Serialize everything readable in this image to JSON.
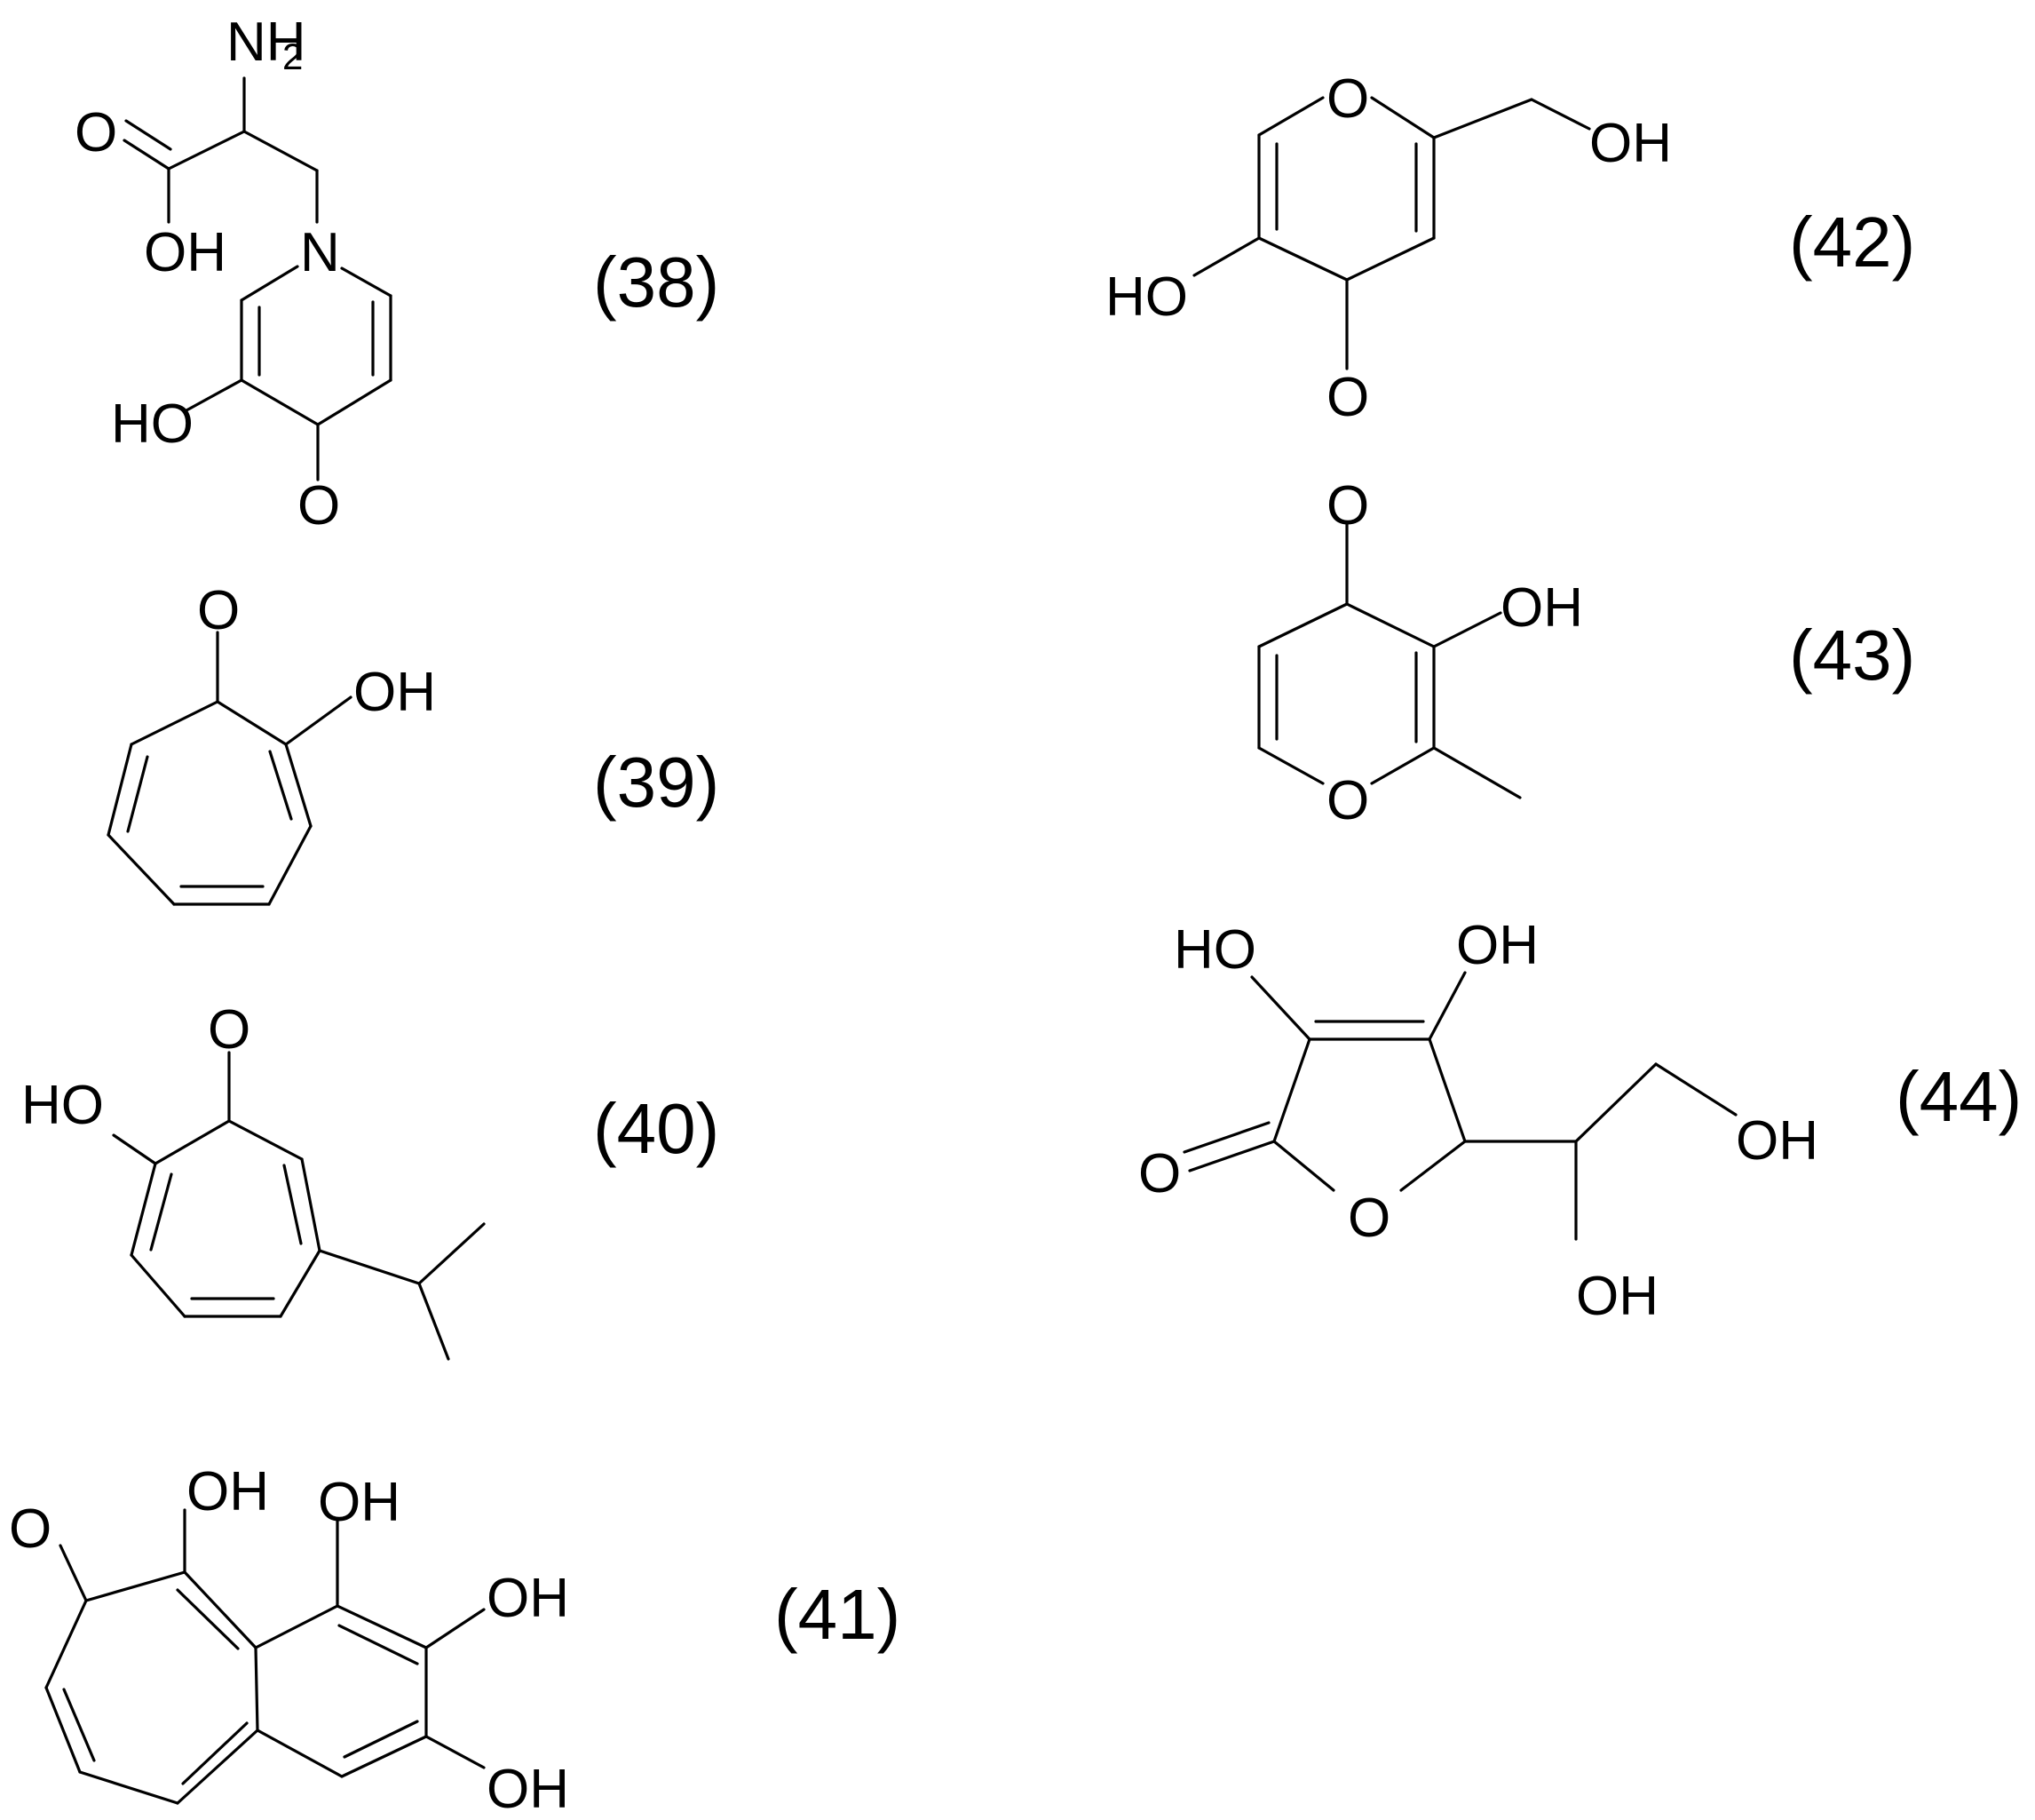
{
  "page": {
    "background": "#ffffff",
    "ink": "#000000"
  },
  "compounds": [
    {
      "number": "(38)",
      "atoms": {
        "nh2_n": "NH",
        "nh2_sub": "2",
        "o_acid": "O",
        "oh_acid": "OH",
        "n_ring": "N",
        "ho": "HO",
        "o_keto": "O"
      }
    },
    {
      "number": "(39)",
      "atoms": {
        "o_keto": "O",
        "oh": "OH"
      }
    },
    {
      "number": "(40)",
      "atoms": {
        "ho": "HO",
        "o_keto": "O"
      }
    },
    {
      "number": "(41)",
      "atoms": {
        "o_keto": "O",
        "oh1": "OH",
        "oh2": "OH",
        "oh3": "OH",
        "oh4": "OH"
      }
    },
    {
      "number": "(42)",
      "atoms": {
        "o_ring": "O",
        "oh": "OH",
        "ho": "HO",
        "o_keto": "O"
      }
    },
    {
      "number": "(43)",
      "atoms": {
        "o_keto": "O",
        "oh": "OH",
        "o_ring": "O"
      }
    },
    {
      "number": "(44)",
      "atoms": {
        "ho": "HO",
        "oh1": "OH",
        "oh2": "OH",
        "o_keto": "O",
        "o_ring": "O",
        "oh3": "OH"
      }
    }
  ]
}
